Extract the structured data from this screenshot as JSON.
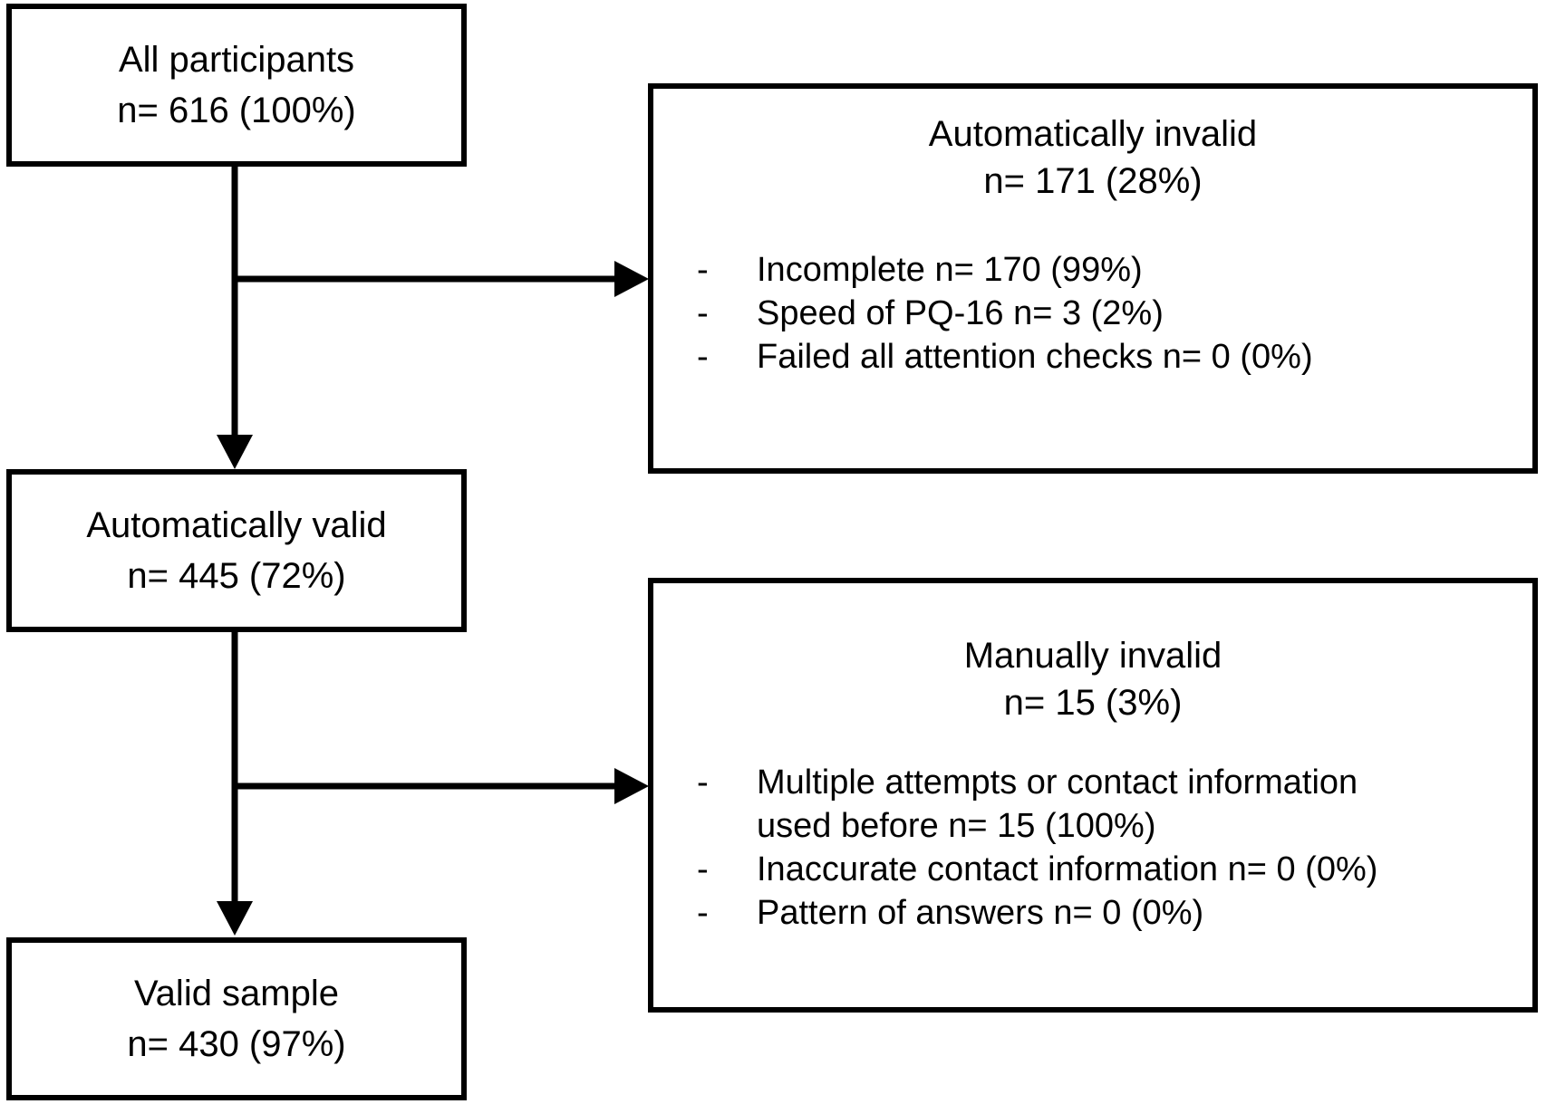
{
  "diagram": {
    "type": "participant-flow-chart",
    "background_color": "#ffffff",
    "line_color": "#000000",
    "text_color": "#000000",
    "bullet_marker": "-",
    "nodes": {
      "all_participants": {
        "label": "All participants",
        "count": "n= 616 (100%)"
      },
      "automatically_valid": {
        "label": "Automatically valid",
        "count": "n= 445 (72%)"
      },
      "valid_sample": {
        "label": "Valid sample",
        "count": "n= 430 (97%)"
      },
      "automatically_invalid": {
        "label": "Automatically invalid",
        "count": "n= 171 (28%)",
        "items": [
          "Incomplete n= 170 (99%)",
          "Speed of PQ-16 n= 3 (2%)",
          "Failed all attention checks n= 0 (0%)"
        ]
      },
      "manually_invalid": {
        "label": "Manually invalid",
        "count": "n= 15 (3%)",
        "items": [
          [
            "Multiple attempts or contact information",
            "used before n= 15 (100%)"
          ],
          "Inaccurate contact information n= 0 (0%)",
          "Pattern of answers n= 0 (0%)"
        ]
      }
    }
  }
}
